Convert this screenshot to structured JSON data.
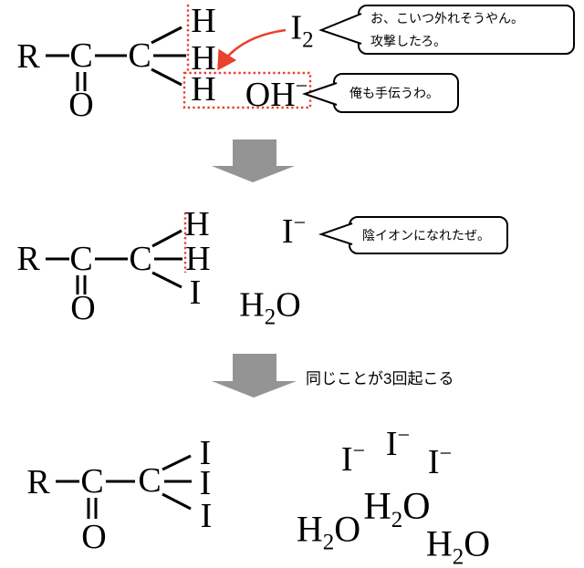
{
  "colors": {
    "accent_red": "#e8412c",
    "arrow_gray": "#949494",
    "ink": "#000000",
    "bubble_bg": "#ffffff"
  },
  "step1": {
    "molecule": {
      "r": "R",
      "c1": "C",
      "c2": "C",
      "o": "O",
      "h1": "H",
      "h2": "H",
      "h3": "H"
    },
    "i2": {
      "base": "I",
      "sub": "2"
    },
    "oh": {
      "base": "OH",
      "sup": "−"
    },
    "bubble_i2": {
      "lines": [
        "お、こいつ外れそうやん。",
        "攻撃したろ。"
      ]
    },
    "bubble_oh": {
      "lines": [
        "俺も手伝うわ。"
      ]
    }
  },
  "step2": {
    "molecule": {
      "r": "R",
      "c1": "C",
      "c2": "C",
      "o": "O",
      "h1": "H",
      "h2": "H",
      "i1": "I"
    },
    "iminus": {
      "base": "I",
      "sup": "−"
    },
    "h2o": {
      "h": "H",
      "sub": "2",
      "o": "O"
    },
    "bubble_i": {
      "lines": [
        "陰イオンになれたぜ。"
      ]
    }
  },
  "arrow2": {
    "label": "同じことが3回起こる"
  },
  "step3": {
    "molecule": {
      "r": "R",
      "c1": "C",
      "c2": "C",
      "o": "O",
      "i1": "I",
      "i2": "I",
      "i3": "I"
    },
    "ions": [
      {
        "base": "I",
        "sup": "−"
      },
      {
        "base": "I",
        "sup": "−"
      },
      {
        "base": "I",
        "sup": "−"
      }
    ],
    "waters": [
      {
        "h": "H",
        "sub": "2",
        "o": "O"
      },
      {
        "h": "H",
        "sub": "2",
        "o": "O"
      },
      {
        "h": "H",
        "sub": "2",
        "o": "O"
      }
    ]
  }
}
